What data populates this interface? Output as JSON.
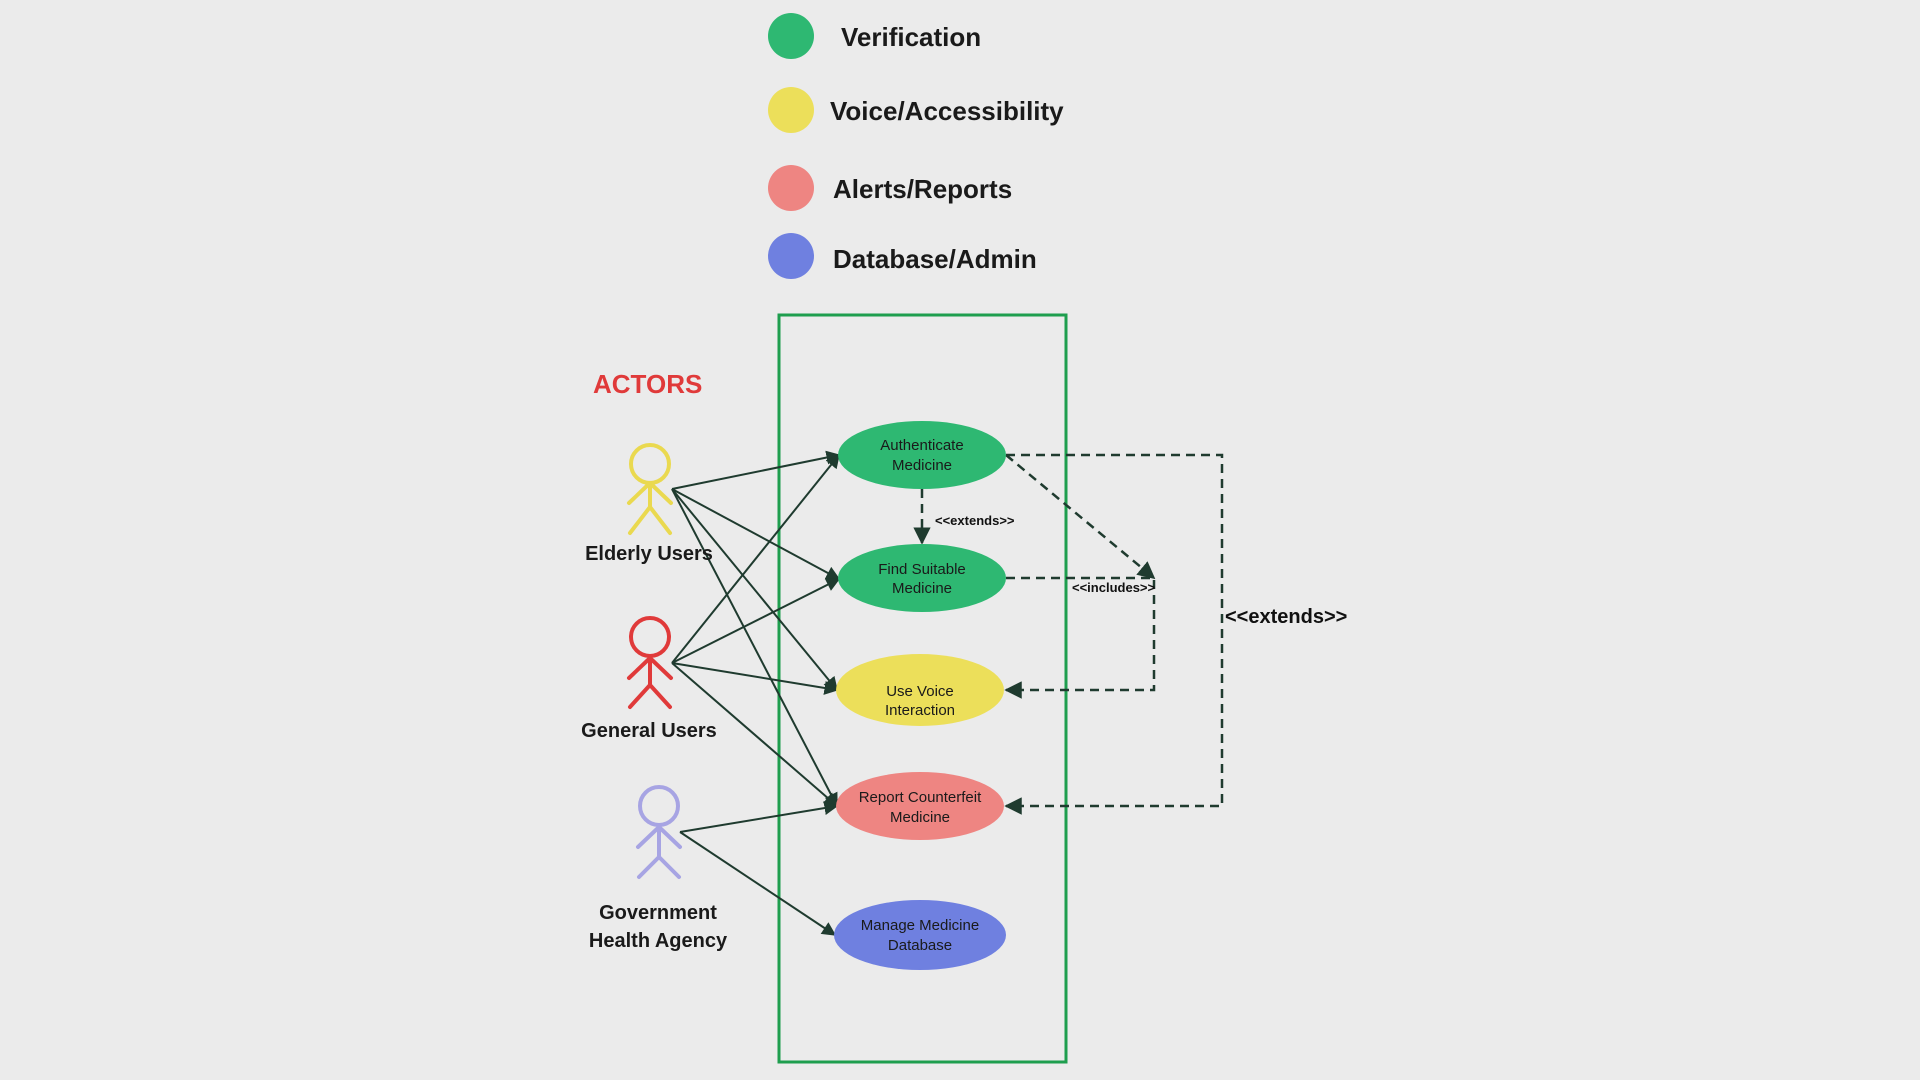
{
  "colors": {
    "background": "#ebebeb",
    "verification": "#2eb872",
    "voice": "#ecdf5a",
    "alerts": "#ee8582",
    "database": "#6f80e0",
    "boundary": "#1e9e4e",
    "actors_title": "#e03a3a",
    "line": "#1f3b2f"
  },
  "legend": [
    {
      "label": "Verification",
      "color": "#2eb872"
    },
    {
      "label": "Voice/Accessibility",
      "color": "#ecdf5a"
    },
    {
      "label": "Alerts/Reports",
      "color": "#ee8582"
    },
    {
      "label": "Database/Admin",
      "color": "#6f80e0"
    }
  ],
  "actors_title": "ACTORS",
  "actors": [
    {
      "id": "elderly",
      "lines": [
        "Elderly Users"
      ],
      "color": "#ead94f"
    },
    {
      "id": "general",
      "lines": [
        "General Users"
      ],
      "color": "#e03a3a"
    },
    {
      "id": "gov",
      "lines": [
        "Government",
        "Health Agency"
      ],
      "color": "#a7a4e3"
    }
  ],
  "use_cases": [
    {
      "id": "auth",
      "lines": [
        "Authenticate",
        "Medicine"
      ],
      "color": "#2eb872"
    },
    {
      "id": "find",
      "lines": [
        "Find Suitable",
        "Medicine"
      ],
      "color": "#2eb872"
    },
    {
      "id": "voice",
      "lines": [
        "Use Voice",
        "Interaction"
      ],
      "color": "#ecdf5a"
    },
    {
      "id": "report",
      "lines": [
        "Report Counterfeit",
        "Medicine"
      ],
      "color": "#ee8582"
    },
    {
      "id": "manage",
      "lines": [
        "Manage Medicine",
        "Database"
      ],
      "color": "#6f80e0"
    }
  ],
  "associations": [
    {
      "actor": "elderly",
      "use_case": "auth"
    },
    {
      "actor": "elderly",
      "use_case": "find"
    },
    {
      "actor": "elderly",
      "use_case": "voice"
    },
    {
      "actor": "elderly",
      "use_case": "report"
    },
    {
      "actor": "general",
      "use_case": "auth"
    },
    {
      "actor": "general",
      "use_case": "find"
    },
    {
      "actor": "general",
      "use_case": "voice"
    },
    {
      "actor": "general",
      "use_case": "report"
    },
    {
      "actor": "gov",
      "use_case": "report"
    },
    {
      "actor": "gov",
      "use_case": "manage"
    }
  ],
  "relations": [
    {
      "id": "auth-find-extends",
      "from": "auth",
      "to": "find",
      "label": "<<extends>>"
    },
    {
      "id": "find-voice-includes",
      "from": "find",
      "to": "voice",
      "label": "<<includes>>"
    },
    {
      "id": "auth-voice",
      "from": "auth",
      "to": "voice",
      "label": ""
    },
    {
      "id": "auth-report-extends",
      "from": "auth",
      "to": "report",
      "label": "<<extends>>"
    }
  ]
}
